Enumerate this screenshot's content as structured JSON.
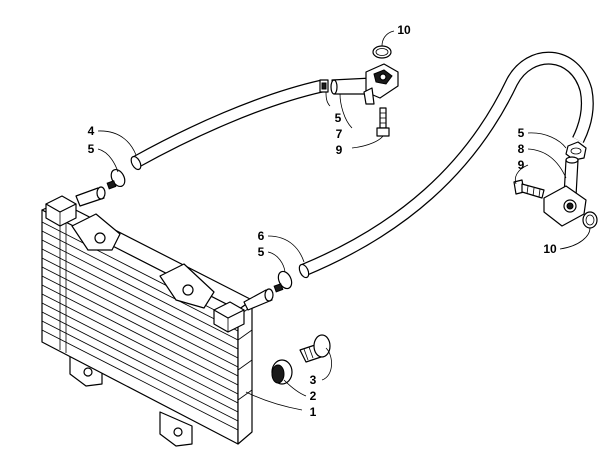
{
  "diagram": {
    "callouts": [
      {
        "id": "c10a",
        "label": "10"
      },
      {
        "id": "c5a",
        "label": "5"
      },
      {
        "id": "c7",
        "label": "7"
      },
      {
        "id": "c9a",
        "label": "9"
      },
      {
        "id": "c4",
        "label": "4"
      },
      {
        "id": "c5b",
        "label": "5"
      },
      {
        "id": "c5c",
        "label": "5"
      },
      {
        "id": "c8",
        "label": "8"
      },
      {
        "id": "c9b",
        "label": "9"
      },
      {
        "id": "c6",
        "label": "6"
      },
      {
        "id": "c5d",
        "label": "5"
      },
      {
        "id": "c10b",
        "label": "10"
      },
      {
        "id": "c3",
        "label": "3"
      },
      {
        "id": "c2",
        "label": "2"
      },
      {
        "id": "c1",
        "label": "1"
      }
    ]
  },
  "style": {
    "line_color": "#000000",
    "background": "#ffffff"
  }
}
